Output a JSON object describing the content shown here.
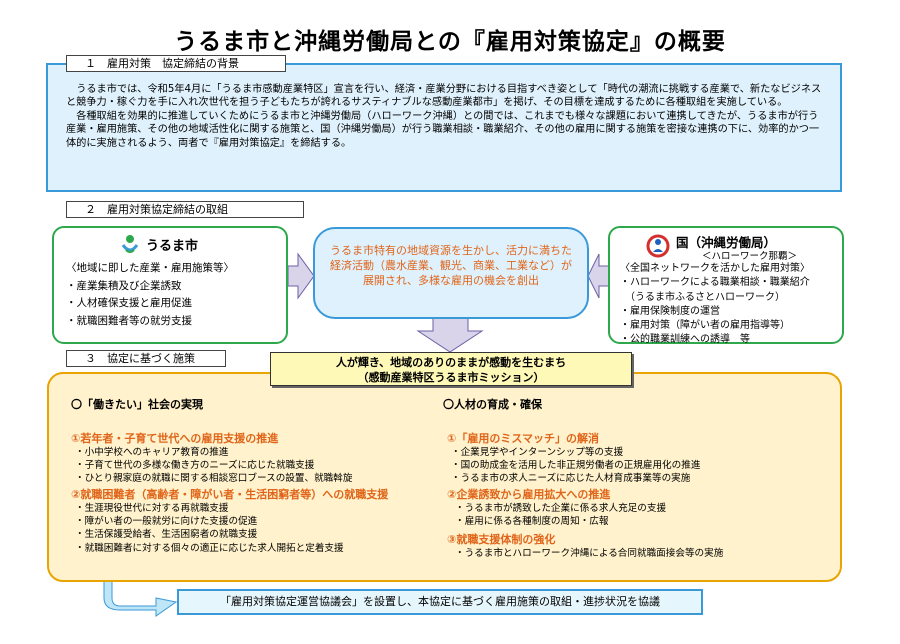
{
  "title": "うるま市と沖縄労働局との『雇用対策協定』の概要",
  "section1": {
    "label": "１　雇用対策　協定締結の背景",
    "paragraphs": [
      "うるま市では、令和5年4月に「うるま市感動産業特区」宣言を行い、経済・産業分野における目指すべき姿として「時代の潮流に挑戦する産業で、新たなビジネスと競争力・稼ぐ力を手に入れ次世代を担う子どもたちが誇れるサスティナブルな感動産業都市」を掲げ、その目標を達成するために各種取組を実施している。",
      "各種取組を効果的に推進していくためにうるま市と沖縄労働局（ハローワーク沖縄）との間では、これまでも様々な課題において連携してきたが、うるま市が行う産業・雇用施策、その他の地域活性化に関する施策と、国（沖縄労働局）が行う職業相談・職業紹介、その他の雇用に関する施策を密接な連携の下に、効率的かつ一体的に実施されるよう、両者で『雇用対策協定』を締結する。"
    ]
  },
  "section2": {
    "label": "２　雇用対策協定締結の取組",
    "city": {
      "name": "うるま市",
      "items": [
        "〈地域に即した産業・雇用施策等〉",
        "・産業集積及び企業誘致",
        "・人材確保支援と雇用促進",
        "・就職困難者等の就労支援"
      ]
    },
    "center_text": "うるま市特有の地域資源を生かし、活力に満ちた経済活動（農水産業、観光、商業、工業など）が展開され、多様な雇用の機会を創出",
    "national": {
      "name": "国（沖縄労働局）",
      "sub": "＜ハローワーク那覇＞",
      "items": [
        "〈全国ネットワークを活かした雇用対策〉",
        "・ハローワークによる職業相談・職業紹介",
        "　（うるま市ふるさとハローワーク）",
        "・雇用保険制度の運営",
        "・雇用対策（障がい者の雇用指導等）",
        "・公的職業訓練への誘導　等"
      ]
    }
  },
  "section3": {
    "label": "３　協定に基づく施策",
    "mission": [
      "人が輝き、地域のありのままが感動を生むまち",
      "（感動産業特区うるま市ミッション）"
    ],
    "left": {
      "heading": "〇「働きたい」社会の実現",
      "groups": [
        {
          "title": "①若年者・子育て世代への雇用支援の推進",
          "items": [
            "・小中学校へのキャリア教育の推進",
            "・子育て世代の多様な働き方のニーズに応じた就職支援",
            "・ひとり親家庭の就職に関する相談窓口ブースの設置、就職斡旋"
          ]
        },
        {
          "title": "②就職困難者（高齢者・障がい者・生活困窮者等）への就職支援",
          "items": [
            "・生涯現役世代に対する再就職支援",
            "・障がい者の一般就労に向けた支援の促進",
            "・生活保護受給者、生活困窮者の就職支援",
            "・就職困難者に対する個々の適正に応じた求人開拓と定着支援"
          ]
        }
      ]
    },
    "right": {
      "heading": "〇人材の育成・確保",
      "groups": [
        {
          "title": "①「雇用のミスマッチ」の解消",
          "items": [
            "・企業見学やインターンシップ等の支援",
            "・国の助成金を活用した非正規労働者の正規雇用化の推進",
            "・うるま市の求人ニーズに応じた人材育成事業等の実施"
          ]
        },
        {
          "title": "②企業誘致から雇用拡大への推進",
          "items": [
            "・うるま市が誘致した企業に係る求人充足の支援",
            "・雇用に係る各種制度の周知・広報"
          ]
        },
        {
          "title": "③就職支援体制の強化",
          "items": [
            "・うるま市とハローワーク沖縄による合同就職面接会等の実施"
          ]
        }
      ]
    }
  },
  "council": "「雇用対策協定運営協議会」を設置し、本協定に基づく雇用施策の取組・進捗状況を協議",
  "colors": {
    "blue": "#3a9ad9",
    "green": "#2da84a",
    "orange": "#e8a400",
    "accent": "#e0651a",
    "arrow": "#d9d4ea"
  }
}
